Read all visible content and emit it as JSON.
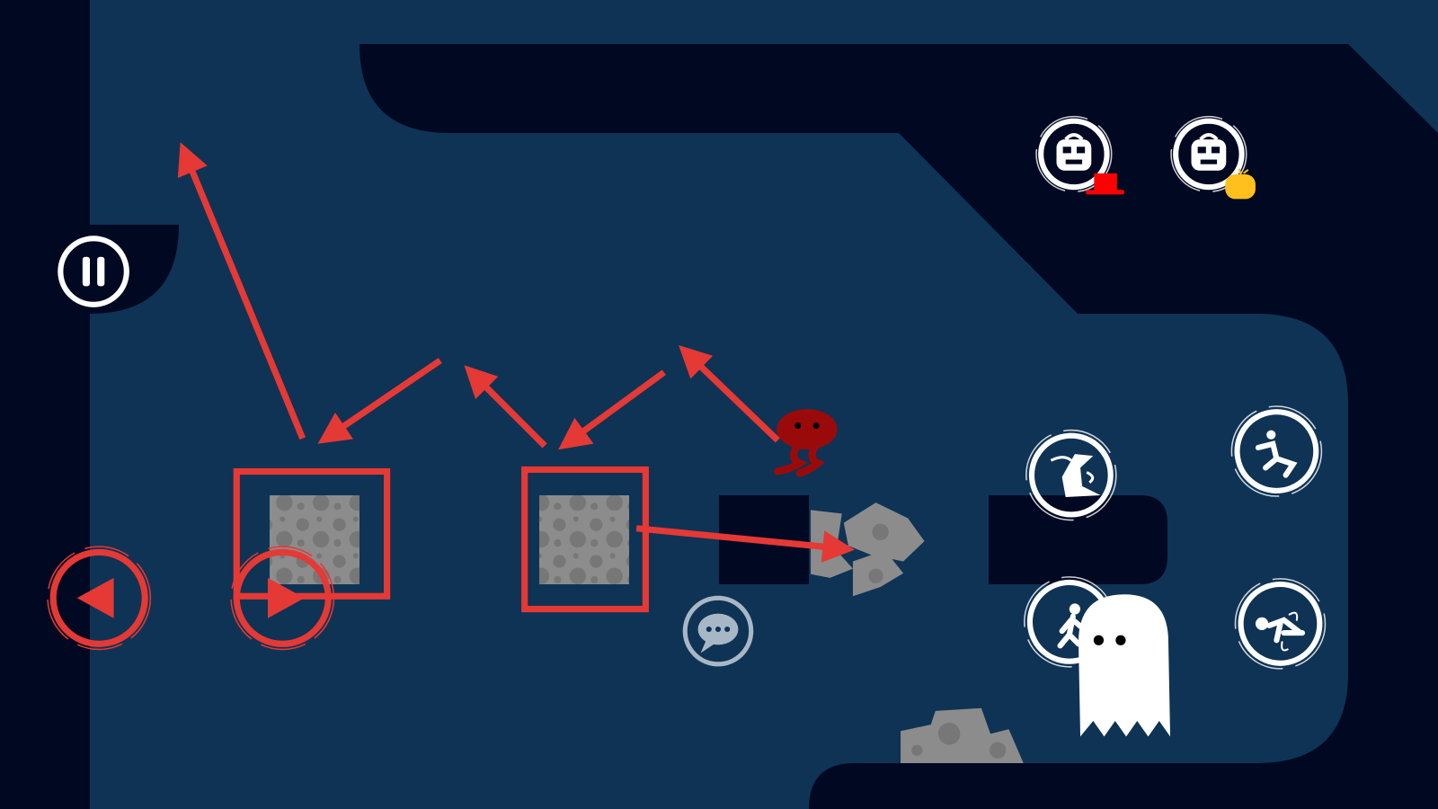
{
  "scene": {
    "type": "platformer-level",
    "colors": {
      "wall": "#000822",
      "floor_space": "#0f3354",
      "hint_red": "#e53935",
      "stone": "#8c8c8c",
      "player": "#9b0a0a",
      "ghost": "#ffffff",
      "hat": "#ff0000",
      "apple": "#ffc01e"
    }
  },
  "hud": {
    "pause_button": {
      "icon": "pause-icon"
    },
    "move_left_button": {
      "icon": "triangle-left-icon"
    },
    "move_right_button": {
      "icon": "triangle-right-icon"
    },
    "chat_button": {
      "icon": "speech-bubble-icon"
    },
    "inventory_slots": [
      {
        "icon": "backpack-icon",
        "item": "red-top-hat"
      },
      {
        "icon": "backpack-icon",
        "item": "yellow-apple"
      }
    ],
    "action_buttons": [
      {
        "icon": "kick-icon",
        "action": "kick"
      },
      {
        "icon": "jump-icon",
        "action": "jump"
      },
      {
        "icon": "walk-icon",
        "action": "walk"
      },
      {
        "icon": "crawl-icon",
        "action": "crawl"
      }
    ]
  }
}
